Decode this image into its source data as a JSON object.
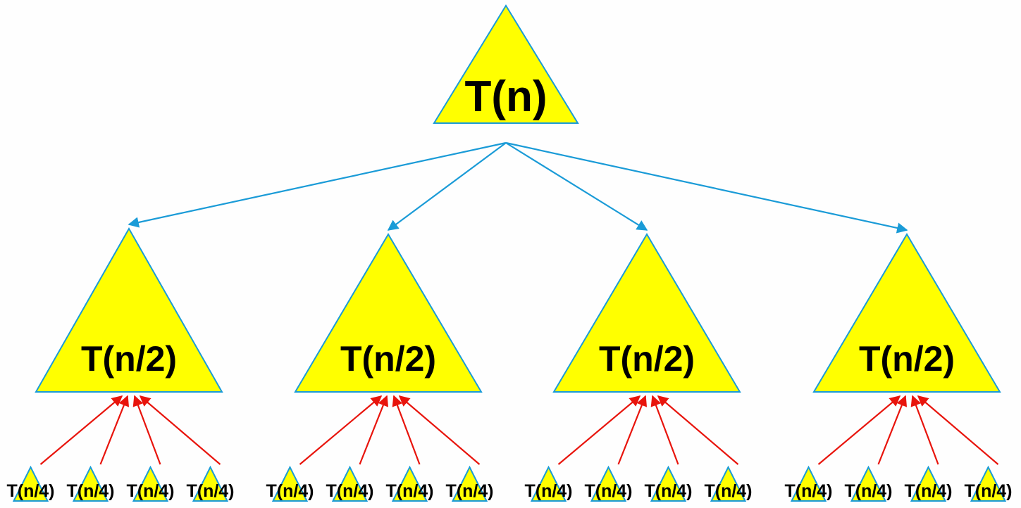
{
  "diagram": {
    "root": {
      "label": "T(n)"
    },
    "children": [
      {
        "label": "T(n/2)",
        "leaves": [
          "T(n/4)",
          "T(n/4)",
          "T(n/4)",
          "T(n/4)"
        ]
      },
      {
        "label": "T(n/2)",
        "leaves": [
          "T(n/4)",
          "T(n/4)",
          "T(n/4)",
          "T(n/4)"
        ]
      },
      {
        "label": "T(n/2)",
        "leaves": [
          "T(n/4)",
          "T(n/4)",
          "T(n/4)",
          "T(n/4)"
        ]
      },
      {
        "label": "T(n/2)",
        "leaves": [
          "T(n/4)",
          "T(n/4)",
          "T(n/4)",
          "T(n/4)"
        ]
      }
    ],
    "colors": {
      "triangle_fill": "#ffff00",
      "triangle_stroke": "#1a9bd7",
      "down_arrow": "#1a9bd7",
      "up_arrow": "#e8140c",
      "text": "#000000"
    }
  }
}
